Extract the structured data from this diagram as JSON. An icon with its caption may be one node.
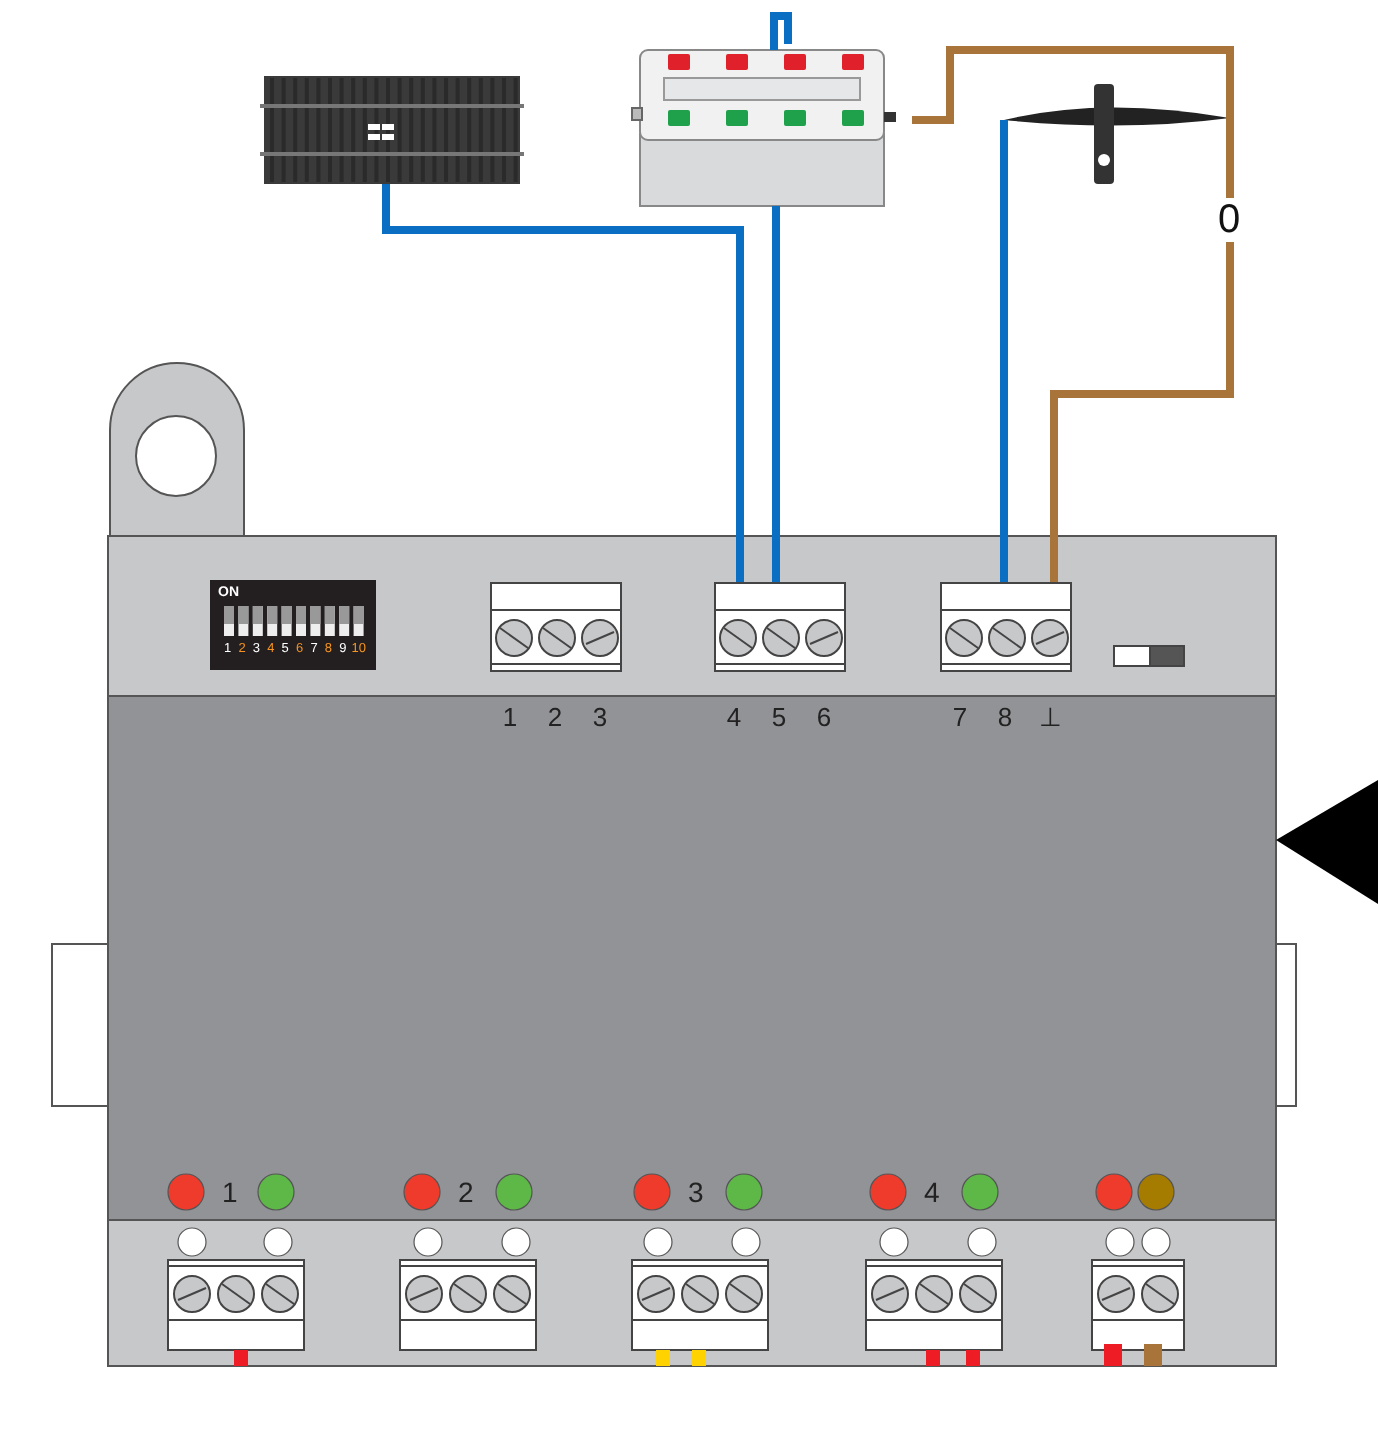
{
  "diagram": {
    "nodes": [
      {
        "text": [],
        "shape": "picture"
      },
      {
        "text": [],
        "shape": "picture"
      },
      {
        "text": [],
        "shape": "picture"
      },
      {
        "text": [],
        "shape": "box",
        "beside": [
          "1",
          "2",
          "3"
        ]
      },
      {
        "text": [],
        "shape": "box",
        "beside": [
          "4",
          "5",
          "6"
        ]
      },
      {
        "text": [],
        "shape": "box",
        "beside": [
          "7",
          "8",
          "⊥"
        ]
      }
    ],
    "edges": [
      {
        "from": 0,
        "to": 4,
        "arrow": "none"
      },
      {
        "from": 1,
        "to": 4,
        "arrow": "none"
      },
      {
        "from": 1,
        "to": null,
        "arrow": "none"
      },
      {
        "from": 2,
        "to": 5,
        "arrow": "none"
      },
      {
        "from": 1,
        "to": 5,
        "arrow": "none",
        "color": "#a8743a",
        "label": "0"
      }
    ],
    "labels": [
      "ON",
      "1",
      "2",
      "3",
      "4",
      "5",
      "6",
      "7",
      "8",
      "9",
      "10",
      "1",
      "2",
      "3",
      "4"
    ]
  }
}
